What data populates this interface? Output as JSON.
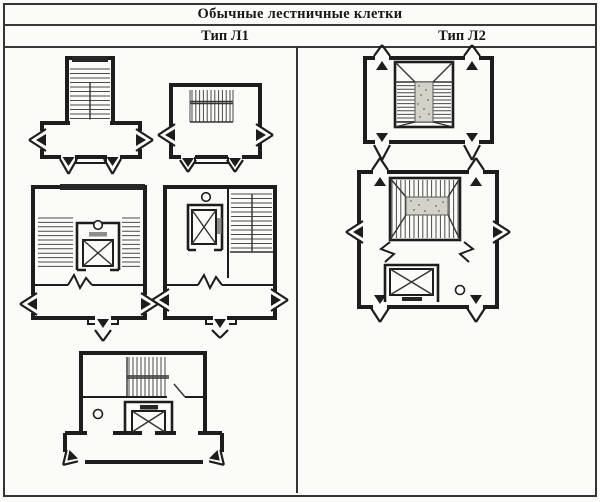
{
  "page": {
    "background": "#fbfbf8",
    "ink": "#1d1d1d",
    "stipple": "#d3d2c9"
  },
  "table": {
    "title": "Обычные лестничные клетки",
    "columns": [
      {
        "label": "Тип Л1"
      },
      {
        "label": "Тип Л2"
      }
    ]
  },
  "diagrams": {
    "l1_plans": [
      "straight-stair-with-wide-corridor",
      "transverse-stair-over-corridor",
      "u-stair-around-lift-shaft",
      "lift-beside-two-flight-stair",
      "stair-and-lift-hall-with-side-exits"
    ],
    "l2_plans": [
      "stair-with-light-well-four-corner-exits",
      "stair-light-well-over-lift-hall-six-exits"
    ]
  }
}
